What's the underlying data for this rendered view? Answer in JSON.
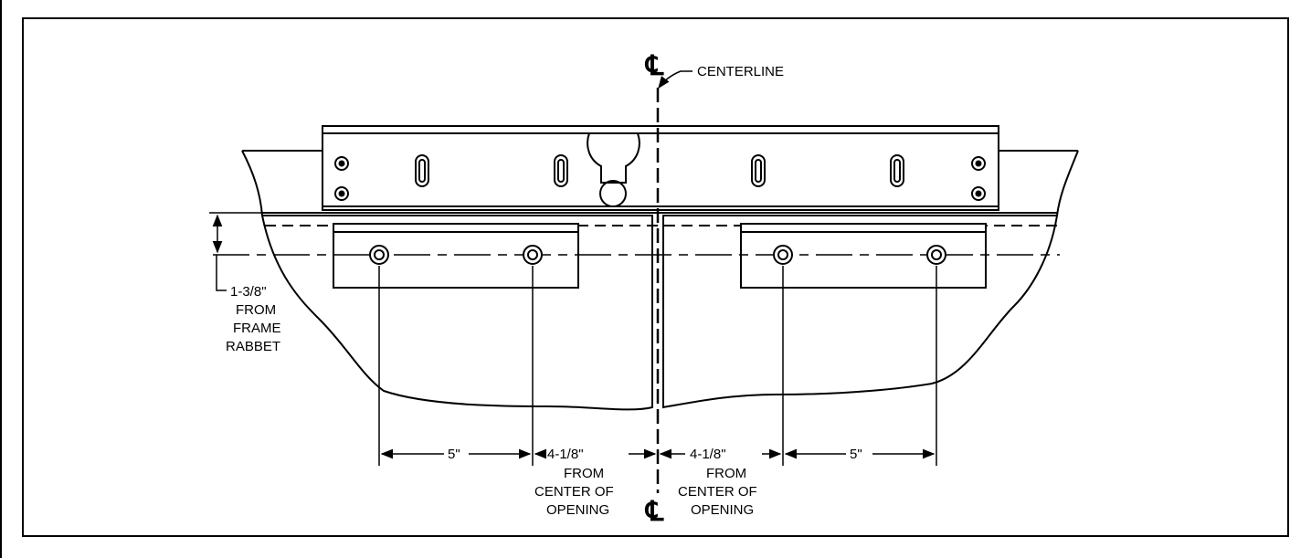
{
  "centerline_symbol": "℄",
  "labels": {
    "centerline": "CENTERLINE",
    "rabbet_dim": "1-3/8\"",
    "rabbet_line2": "FROM",
    "rabbet_line3": "FRAME",
    "rabbet_line4": "RABBET",
    "left_spacing": "5\"",
    "right_spacing": "5\"",
    "left_offset": "4-1/8\"",
    "right_offset": "4-1/8\"",
    "offset_line2": "FROM",
    "offset_line3": "CENTER OF",
    "offset_line4": "OPENING"
  }
}
